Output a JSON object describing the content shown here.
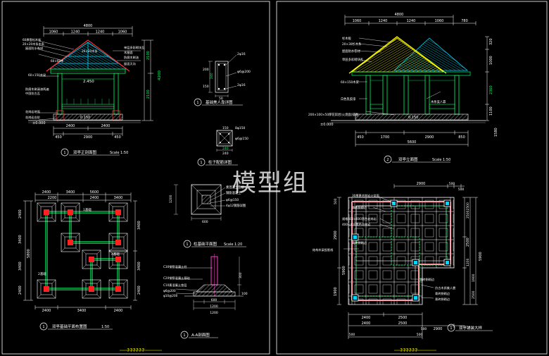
{
  "watermark": "模型组",
  "sheet_numbers": [
    "??????",
    "??????"
  ],
  "front_elevation": {
    "title": "双亭正剖面图",
    "scale": "Scale 1:50",
    "top_dims": [
      "4800",
      "1060",
      "1240",
      "1240",
      "1060"
    ],
    "bottom_dims": [
      "2400",
      "2400",
      "450",
      "2900",
      "450"
    ],
    "right_dims": [
      "4200",
      "2100",
      "2100"
    ],
    "elev_labels": [
      "2.450",
      "±0.000",
      "0.150"
    ],
    "notes": [
      "60厚雪松木板",
      "20×20木条木条",
      "屋面防水卷材",
      "20×20木条",
      "单层多彩砌块瓦",
      "木屋面",
      "防腐木刷油",
      "60×150木梁",
      "防腐木刷清漆两遍",
      "屋面天沟",
      "60×60木",
      "中国仿古瓦",
      "花岗岩地面",
      "花岗岩台阶"
    ]
  },
  "side_elevation": {
    "title": "双亭立面图",
    "scale": "Scale 1:50",
    "top_dims": [
      "4800",
      "1060",
      "1240",
      "1240",
      "1060",
      "780"
    ],
    "bottom_dims": [
      "450",
      "1700",
      "2900",
      "850",
      "5600"
    ],
    "right_dims": [
      "320",
      "1000",
      "2360",
      "1100",
      "1580"
    ],
    "elev_labels": [
      "±0.000",
      "0.150"
    ],
    "notes": [
      "杉木板",
      "20×30杉木条",
      "屋面防水卷材",
      "单层多彩砌块瓦",
      "60×150木梁",
      "白色乳胶漆",
      "木条美人靠",
      "200×100×50厚花岗岩(火烧面)铺面"
    ]
  },
  "detail_a": {
    "title": "基础美人靠详图",
    "dims": [
      "240",
      "50",
      "200",
      "150"
    ],
    "notes": [
      "2φ16",
      "φ6@200",
      "2φ16"
    ]
  },
  "detail_b": {
    "title": "柱子配筋详图",
    "dims": [
      "150",
      "240",
      "240"
    ],
    "notes": [
      "8φ150",
      "φ6@150"
    ]
  },
  "column_base_plan": {
    "title": "柱基础平面图",
    "scale": "Scale 1:20",
    "dims": [
      "1200",
      "600"
    ],
    "notes": [
      "素混凝土垫层",
      "钢筋混凝土",
      "φ6@150",
      "4φ12钢筋详图"
    ]
  },
  "foundation_section": {
    "title": "A-A剖面图",
    "dims": [
      "1200",
      "1200",
      "600",
      "100",
      "300"
    ],
    "notes": [
      "C30钢筋混凝土柱",
      "C20钢筋混凝土基础",
      "C10素混凝土垫层",
      "φ6@200",
      "φ10@200"
    ]
  },
  "foundation_plan": {
    "title": "双亭基础平面布置图",
    "scale": "1:50",
    "top_dims": [
      "2400",
      "3400",
      "5600",
      "2200",
      "2400",
      "3400"
    ],
    "bottom_dims": [
      "2400",
      "3400",
      "2400"
    ],
    "left_dims": [
      "2400",
      "3400",
      "5800",
      "3400",
      "2400"
    ],
    "right_dims": [
      "3400",
      "3400",
      "2400"
    ],
    "callouts": [
      "1基础",
      "2基础",
      "4基础"
    ]
  },
  "floor_plan": {
    "title": "双亭铺装大样",
    "top_dims": [
      "2900",
      "500",
      "500"
    ],
    "bottom_dims": [
      "2400",
      "2500",
      "2400",
      "2500",
      "500",
      "2900",
      "500",
      "500"
    ],
    "left_dims": [
      "500",
      "2900",
      "5900",
      "1900"
    ],
    "right_dims": [
      "25002500",
      "2500",
      "1200",
      "1900",
      "2500",
      "5900"
    ],
    "notes": [
      "30厚黄花岗岩火烧面",
      "青砖侧砌边",
      "规格600×600黑色花岗岩",
      "400×400黑色花岗岩",
      "结构木梁投影线",
      "青砖侧砌边",
      "青砖侧砌边",
      "仿古木质美人靠",
      "青砖侧砌边",
      "青砖侧砌边"
    ]
  }
}
